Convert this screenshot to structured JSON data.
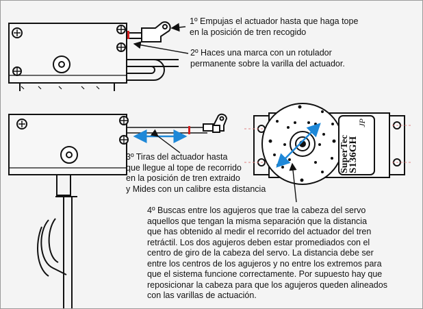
{
  "annotations": {
    "step1": "1º Empujas el actuador hasta que haga tope\nen la posición de tren recogido",
    "step2": "2º Haces una marca con un rotulador\npermanente sobre la varilla del actuador.",
    "step3": "3º Tiras del actuador hasta\nque llegue al tope de recorrido\nen la posición de tren extraido\ny Mides con un calibre esta distancia",
    "step4": "4º Buscas entre los agujeros que trae la cabeza del servo\naquellos que tengan la misma separación que la distancia\nque has obtenido al medir el recorrido del actuador del tren\nretráctil. Los dos agujeros deben estar promediados con el\ncentro de giro de la cabeza del servo. La distancia debe ser\nentre los centros de los agujeros y no entre los extremos para\nque el sistema funcione correctamente. Por supuesto hay que\nreposicionar la cabeza para que los agujeros queden alineados\ncon las varillas de actuación."
  },
  "servo_label": {
    "brand": "SuperTec",
    "model": "S136GH",
    "suffix": "JP"
  },
  "colors": {
    "measure_arrow": "#1e88d8",
    "marker": "#d42020",
    "outline": "#111111",
    "background": "#f4f4f4"
  }
}
